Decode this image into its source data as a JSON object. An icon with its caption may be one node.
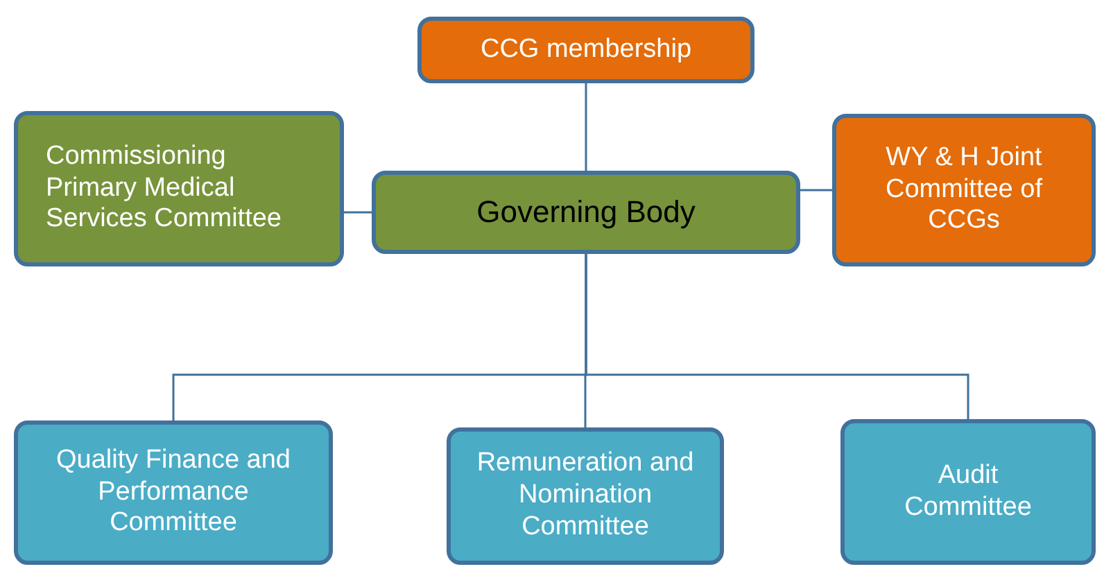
{
  "diagram": {
    "nodes": [
      {
        "text": [
          "CCG membership"
        ]
      },
      {
        "text": [
          "Commissioning Primary Medical Services Committee"
        ]
      },
      {
        "text": [
          "Governing Body"
        ]
      },
      {
        "text": [
          "WY & H Joint Committee of CCGs"
        ]
      },
      {
        "text": [
          "Quality Finance and Performance Committee"
        ]
      },
      {
        "text": [
          "Remuneration and Nomination Committee"
        ]
      },
      {
        "text": [
          "Audit Committee"
        ]
      }
    ],
    "edges": [
      {
        "from": 0,
        "to": 2,
        "arrow": "none"
      },
      {
        "from": 1,
        "to": 2,
        "arrow": "none"
      },
      {
        "from": 2,
        "to": 3,
        "arrow": "none"
      },
      {
        "from": 2,
        "to": 4,
        "arrow": "none"
      },
      {
        "from": 2,
        "to": 5,
        "arrow": "none"
      },
      {
        "from": 2,
        "to": 6,
        "arrow": "none"
      }
    ]
  }
}
